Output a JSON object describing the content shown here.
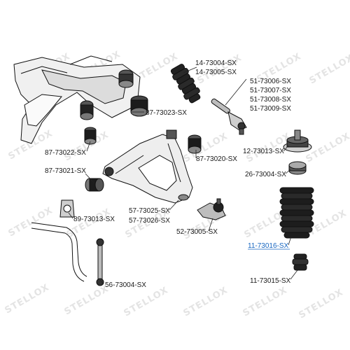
{
  "watermark": "STELLOX",
  "parts": {
    "p14_73004": "14-73004-SX",
    "p14_73005": "14-73005-SX",
    "p51_73006": "51-73006-SX",
    "p51_73007": "51-73007-SX",
    "p51_73008": "51-73008-SX",
    "p51_73009": "51-73009-SX",
    "p87_73023": "87-73023-SX",
    "p87_73022": "87-73022-SX",
    "p87_73021": "87-73021-SX",
    "p87_73020": "87-73020-SX",
    "p12_73013": "12-73013-SX",
    "p26_73004": "26-73004-SX",
    "p89_73013": "89-73013-SX",
    "p57_73025": "57-73025-SX",
    "p57_73026": "57-73026-SX",
    "p52_73005": "52-73005-SX",
    "p11_73016": "11-73016-SX",
    "p56_73004": "56-73004-SX",
    "p11_73015": "11-73015-SX"
  },
  "highlight_color": "#1565c0"
}
